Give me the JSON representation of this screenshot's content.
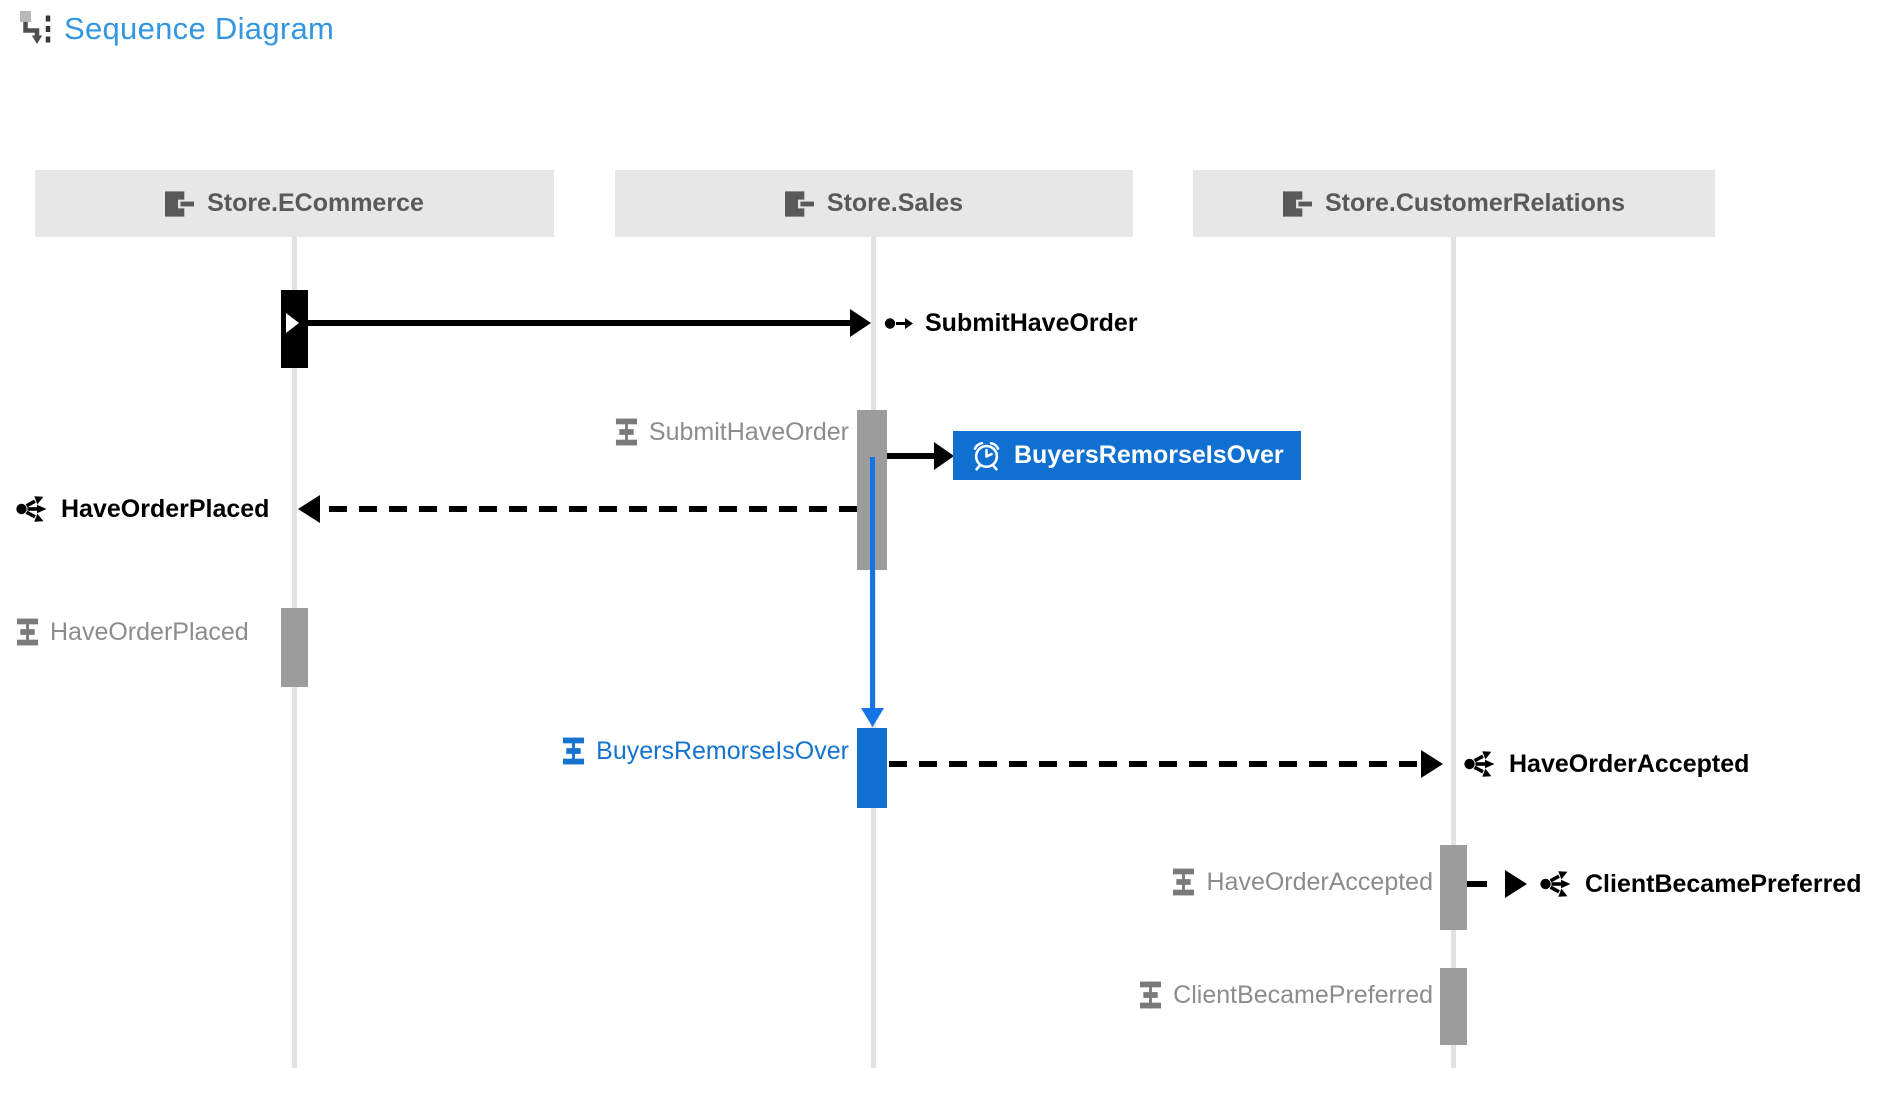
{
  "title": "Sequence Diagram",
  "colors": {
    "title_blue": "#3296e1",
    "header_bg": "#e7e7e7",
    "header_text": "#595959",
    "lifeline": "#e2e2e2",
    "bar_gray": "#9c9c9c",
    "label_gray": "#8c8c8c",
    "icon_gray": "#7a7a7a",
    "label_blue": "#1573d0",
    "accent_blue": "#1070d1",
    "arrow_blue": "#1675e6"
  },
  "endpoints": [
    {
      "name": "Store.ECommerce"
    },
    {
      "name": "Store.Sales"
    },
    {
      "name": "Store.CustomerRelations"
    }
  ],
  "labels": {
    "submit_have_order_message": "SubmitHaveOrder",
    "submit_have_order_handler": "SubmitHaveOrder",
    "buyers_remorse_timeout": "BuyersRemorseIsOver",
    "have_order_placed_event": "HaveOrderPlaced",
    "have_order_placed_handler": "HaveOrderPlaced",
    "buyers_remorse_handler": "BuyersRemorseIsOver",
    "have_order_accepted_event": "HaveOrderAccepted",
    "have_order_accepted_handler": "HaveOrderAccepted",
    "client_became_preferred_event": "ClientBecamePreferred",
    "client_became_preferred_handler": "ClientBecamePreferred"
  },
  "icons": {
    "title": "sequence-diagram-icon",
    "endpoint": "endpoint-icon",
    "handler": "handler-icon",
    "event": "event-publish-icon",
    "command": "command-message-icon",
    "timeout": "alarm-clock-icon"
  }
}
